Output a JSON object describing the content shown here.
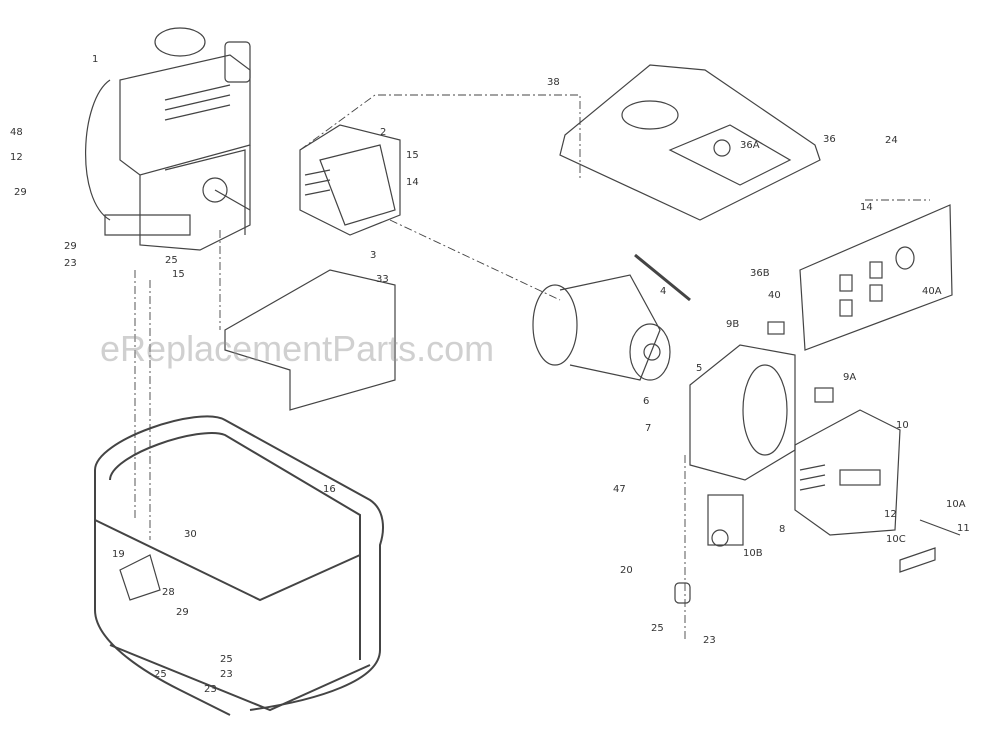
{
  "watermark": "eReplacementParts.com",
  "callouts": [
    "1",
    "48",
    "12",
    "29",
    "29",
    "23",
    "25",
    "15",
    "2",
    "15",
    "14",
    "3",
    "33",
    "38",
    "36",
    "36A",
    "24",
    "14",
    "36B",
    "40",
    "40A",
    "9B",
    "4",
    "5",
    "6",
    "7",
    "9A",
    "10",
    "47",
    "8",
    "10B",
    "10A",
    "12",
    "11",
    "10C",
    "20",
    "25",
    "23",
    "16",
    "30",
    "19",
    "28",
    "29",
    "25",
    "23",
    "25",
    "23"
  ]
}
